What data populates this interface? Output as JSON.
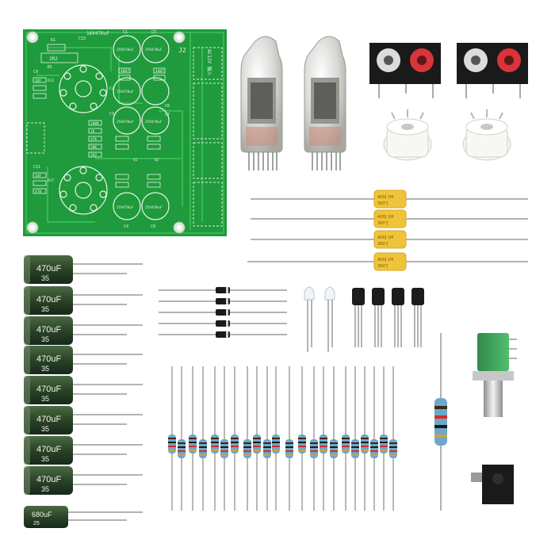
{
  "pcb": {
    "labels": {
      "top_cap": "16V470uF",
      "j2": "J2",
      "ac12v": "AC12V 输入",
      "r_2r2": "2R2",
      "r1": "R1",
      "d1": "D1",
      "c13": "C13",
      "c1": "C1",
      "c5": "C5",
      "c2": "C2",
      "c6": "C6",
      "c3": "C3",
      "c7": "C7",
      "c4": "C4",
      "c8": "C8",
      "cap_rating": "25V470uF",
      "in4007": "4007",
      "r_100k": "100K",
      "r_1k": "1K",
      "r_47k": "47K",
      "r_20k": "20K",
      "r_2k2": "2K2",
      "c_1uf": "1UF",
      "r_470": "470",
      "c11": "C11",
      "c9": "C9",
      "r12": "R12",
      "r17": "R17",
      "q1": "Q1",
      "q2": "Q2"
    }
  },
  "capacitors": {
    "large": [
      {
        "value": "470uF",
        "voltage": "35"
      },
      {
        "value": "470uF",
        "voltage": "35"
      },
      {
        "value": "470uF",
        "voltage": "35"
      },
      {
        "value": "470uF",
        "voltage": "35"
      },
      {
        "value": "470uF",
        "voltage": "35"
      },
      {
        "value": "470uF",
        "voltage": "35"
      },
      {
        "value": "470uF",
        "voltage": "35"
      },
      {
        "value": "470uF",
        "voltage": "35"
      }
    ],
    "small": {
      "value": "680uF",
      "voltage": "25"
    }
  },
  "film_caps": [
    {
      "label": "A00J 1M",
      "sub": "360°J"
    },
    {
      "label": "A00J 1M",
      "sub": "360°J"
    },
    {
      "label": "A00J 1M",
      "sub": "360°J"
    },
    {
      "label": "A00J 1M",
      "sub": "360°J"
    }
  ],
  "colors": {
    "pcb_green": "#1f9a3c",
    "cap_green": "#2e4a2c",
    "film_yellow": "#f0c43a",
    "resistor_blue": "#6fa7c9",
    "pot_green": "#3aa55a"
  }
}
